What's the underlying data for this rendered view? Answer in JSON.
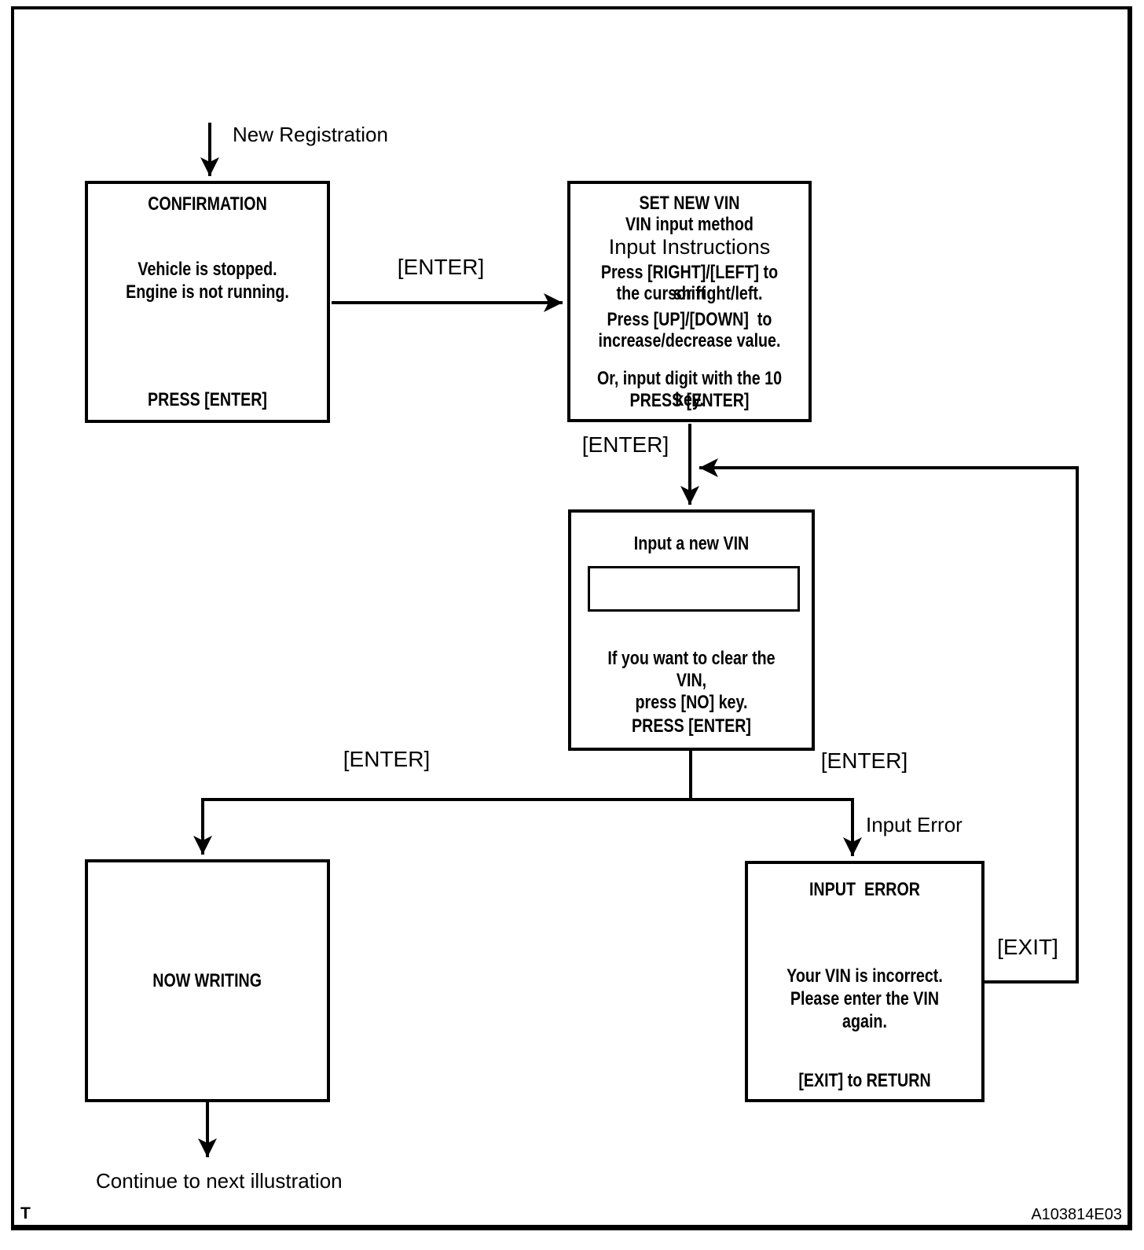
{
  "page": {
    "footer_left": "T",
    "figure_id": "A103814E03"
  },
  "colors": {
    "ink": "#000000",
    "paper": "#ffffff"
  },
  "labels": {
    "entry": "New Registration",
    "enter_top": "[ENTER]",
    "enter_mid": "[ENTER]",
    "enter_branch_left": "[ENTER]",
    "enter_branch_right": "[ENTER]",
    "input_error": "Input Error",
    "exit": "[EXIT]",
    "continue": "Continue to next illustration"
  },
  "boxes": {
    "confirmation": {
      "title": "CONFIRMATION",
      "line1": "Vehicle is stopped.",
      "line2": "Engine is not running.",
      "footer": "PRESS [ENTER]"
    },
    "set_new_vin": {
      "title": "SET NEW VIN",
      "subtitle": "VIN input method",
      "instructions_heading": "Input Instructions",
      "line1": "Press [RIGHT]/[LEFT] to shift",
      "line2": "the cursor right/left.",
      "line3": "Press [UP]/[DOWN]  to",
      "line4": "increase/decrease value.",
      "line5": "Or, input digit with the 10 key.",
      "footer": "PRESS [ENTER]"
    },
    "input_new_vin": {
      "title": "Input a new VIN",
      "field_value": "",
      "line1": "If you want to clear the VIN,",
      "line2": "press [NO] key.",
      "footer": "PRESS [ENTER]"
    },
    "now_writing": {
      "title": "NOW WRITING"
    },
    "input_error": {
      "title": "INPUT  ERROR",
      "line1": "Your VIN is incorrect.",
      "line2": "Please enter the VIN again.",
      "footer": "[EXIT] to RETURN"
    }
  }
}
